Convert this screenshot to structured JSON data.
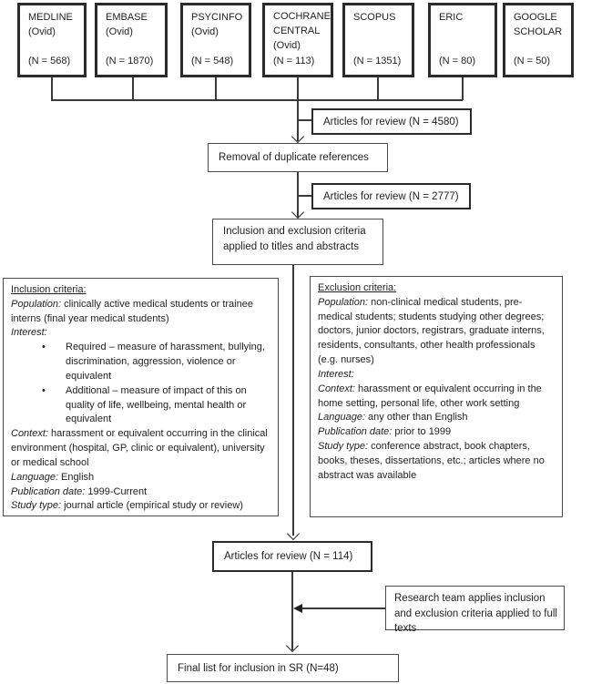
{
  "sources": [
    {
      "name": "MEDLINE\n(Ovid)",
      "count": "(N = 568)"
    },
    {
      "name": "EMBASE\n(Ovid)",
      "count": "(N = 1870)"
    },
    {
      "name": "PSYCINFO\n(Ovid)",
      "count": "(N = 548)"
    },
    {
      "name": "COCHRANE\nCENTRAL\n(Ovid)",
      "count": "(N = 113)"
    },
    {
      "name": "SCOPUS",
      "count": "(N = 1351)"
    },
    {
      "name": "ERIC",
      "count": "(N = 80)"
    },
    {
      "name": "GOOGLE\nSCHOLAR",
      "count": "(N = 50)"
    }
  ],
  "flow": {
    "articles_initial": "Articles for review (N = 4580)",
    "dedup": "Removal of duplicate references",
    "articles_dedup": "Articles for review (N = 2777)",
    "criteria_titles": "Inclusion and exclusion criteria applied to titles and abstracts",
    "articles_screened": "Articles for review (N = 114)",
    "full_text_review": "Research team applies inclusion and exclusion criteria applied to full texts",
    "final_list": "Final list for inclusion in SR (N=48)"
  },
  "inclusion": {
    "heading": "Inclusion criteria:",
    "population_label": "Population:",
    "population_text": " clinically active medical students or trainee interns (final year medical students)",
    "interest_label": "Interest:",
    "bullets": [
      "Required – measure of harassment, bullying, discrimination, aggression, violence or equivalent",
      "Additional – measure of impact of this on quality of life, wellbeing, mental health or equivalent"
    ],
    "context_label": "Context:",
    "context_text": " harassment or equivalent occurring in the clinical environment (hospital, GP, clinic or equivalent), university or medical school",
    "language_label": "Language:",
    "language_text": " English",
    "pubdate_label": "Publication date:",
    "pubdate_text": " 1999-Current",
    "studytype_label": "Study type:",
    "studytype_text": " journal article (empirical study or review)"
  },
  "exclusion": {
    "heading": "Exclusion criteria:",
    "population_label": "Population:",
    "population_text": " non-clinical medical students, pre-medical students; students studying other degrees; doctors, junior doctors, registrars, graduate interns, residents, consultants, other health professionals (e.g. nurses)",
    "interest_label": "Interest:",
    "context_label": "Context:",
    "context_text": " harassment or equivalent occurring in the home setting, personal life, other work setting",
    "language_label": "Language:",
    "language_text": " any other than English",
    "pubdate_label": "Publication date:",
    "pubdate_text": " prior to 1999",
    "studytype_label": "Study type:",
    "studytype_text": " conference abstract, book chapters, books, theses, dissertations, etc.; articles where no abstract was available"
  },
  "colors": {
    "line": "#3a3a3a",
    "border_thick": "#2b2b2b",
    "border_thin": "#4d4d4d",
    "text": "#1f1f1f",
    "background": "#ffffff"
  }
}
